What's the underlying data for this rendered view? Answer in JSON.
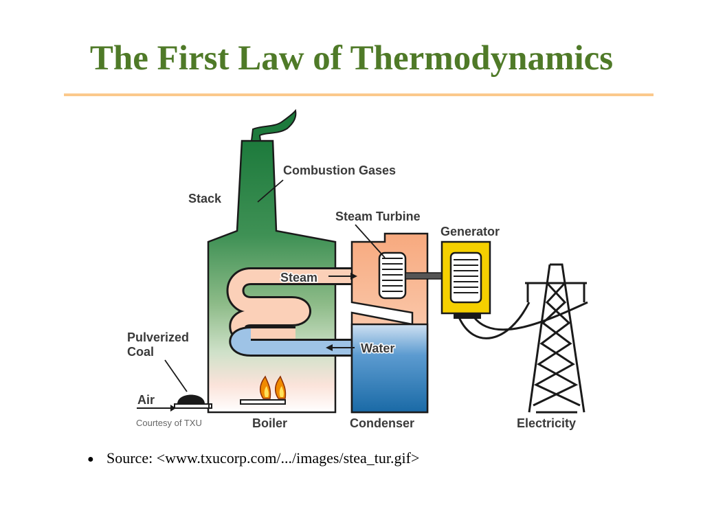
{
  "slide": {
    "title": "The First Law of Thermodynamics"
  },
  "diagram": {
    "labels": {
      "combustion_gases": "Combustion Gases",
      "stack": "Stack",
      "steam_turbine": "Steam Turbine",
      "generator": "Generator",
      "steam": "Steam",
      "water": "Water",
      "pulverized": "Pulverized",
      "coal": "Coal",
      "air": "Air",
      "credit": "Courtesy of TXU",
      "boiler": "Boiler",
      "condenser": "Condenser",
      "electricity": "Electricity"
    },
    "colors": {
      "stack_top": "#1d7a3c",
      "stack_bottom": "#b5d3b0",
      "steam_pipe": "#f6b38d",
      "water_pipe": "#9ec3e6",
      "condenser_water": "#1f6ea8",
      "generator": "#f5d000",
      "flame": "#f08a00"
    }
  },
  "bullets": [
    {
      "text": "Source: <www.txucorp.com/.../images/stea_tur.gif>"
    }
  ]
}
